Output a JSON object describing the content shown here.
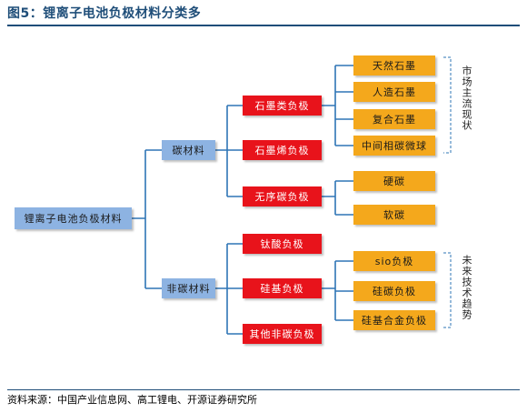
{
  "figure": {
    "title": "图5：锂离子电池负极材料分类多",
    "source": "资料来源：中国产业信息网、高工锂电、开源证券研究所"
  },
  "tree": {
    "root": "锂离子电池负极材料",
    "carbon": "碳材料",
    "non_carbon": "非碳材料",
    "graphite": "石墨类负极",
    "graphene": "石墨烯负极",
    "amorphous": "无序碳负极",
    "titanate": "钛酸负极",
    "silicon": "硅基负极",
    "other": "其他非碳负极",
    "graphite_children": [
      "天然石墨",
      "人造石墨",
      "复合石墨",
      "中间相碳微球"
    ],
    "amorphous_children": [
      "硬碳",
      "软碳"
    ],
    "silicon_children": [
      "sio负极",
      "硅碳负极",
      "硅基合金负极"
    ]
  },
  "annotations": {
    "mainstream": "市场主流现状",
    "future": "未来技术趋势"
  }
}
